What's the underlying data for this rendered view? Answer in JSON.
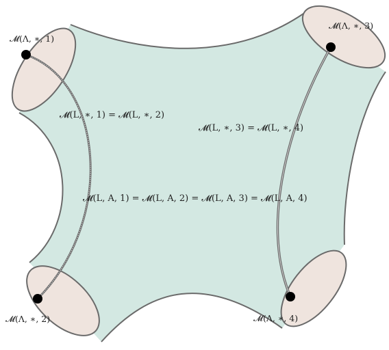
{
  "labels": {
    "corner_top_left": "𝓜(Λ, ∗, 1)",
    "corner_bottom_left": "𝓜(Λ, ∗, 2)",
    "corner_top_right": "𝓜(Λ, ∗, 3)",
    "corner_bottom_right": "𝓜(Λ, ∗, 4)",
    "left_equation": "𝓜(L, ∗, 1) = 𝓜(L, ∗, 2)",
    "right_equation": "𝓜(L, ∗, 3) = 𝓜(L, ∗, 4)",
    "center_equation": "𝓜(L, A, 1) = 𝓜(L, A, 2) = 𝓜(L, A, 3) = 𝓜(L, A, 4)"
  },
  "colors": {
    "surface_fill": "#d3e8e2",
    "cap_fill": "#efe4de",
    "outline": "#6a6a6a",
    "dot": "#000000"
  }
}
